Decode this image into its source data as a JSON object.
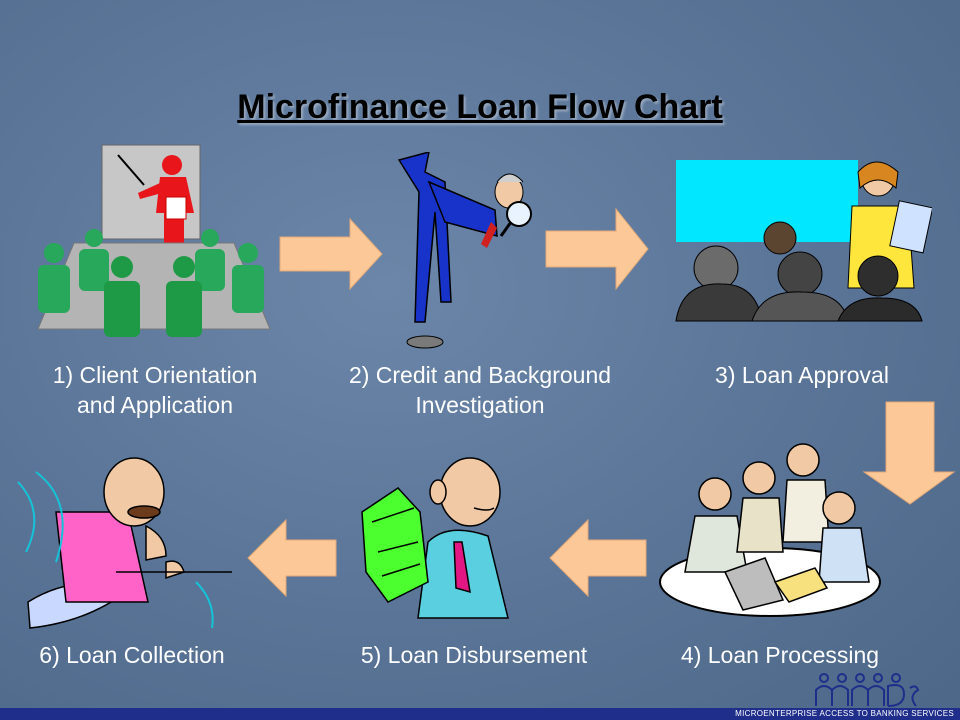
{
  "title": "Microfinance Loan Flow Chart",
  "steps": [
    {
      "line1": "1) Client Orientation",
      "line2": "and Application"
    },
    {
      "line1": "2) Credit and Background",
      "line2": "Investigation"
    },
    {
      "line1": "3) Loan Approval",
      "line2": ""
    },
    {
      "line1": "4) Loan Processing",
      "line2": ""
    },
    {
      "line1": "5) Loan Disbursement",
      "line2": ""
    },
    {
      "line1": "6) Loan Collection",
      "line2": ""
    }
  ],
  "footer": {
    "text": "MICROENTERPRISE ACCESS TO BANKING SERVICES"
  },
  "colors": {
    "arrow": "#fcc897",
    "background": "#5a7497",
    "footer_bar": "#1f2e8a"
  }
}
